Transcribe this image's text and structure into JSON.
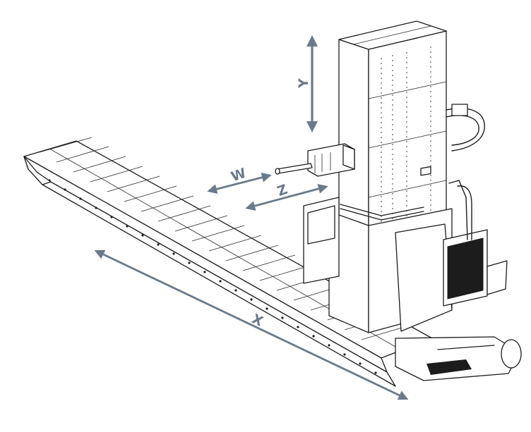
{
  "figure": {
    "axes": [
      {
        "id": "y",
        "label": "Y"
      },
      {
        "id": "w",
        "label": "W"
      },
      {
        "id": "z",
        "label": "Z"
      },
      {
        "id": "x",
        "label": "X"
      }
    ],
    "colors": {
      "arrow": "#6a7a8a",
      "linework": "#1c1c1c",
      "background": "#ffffff"
    }
  }
}
